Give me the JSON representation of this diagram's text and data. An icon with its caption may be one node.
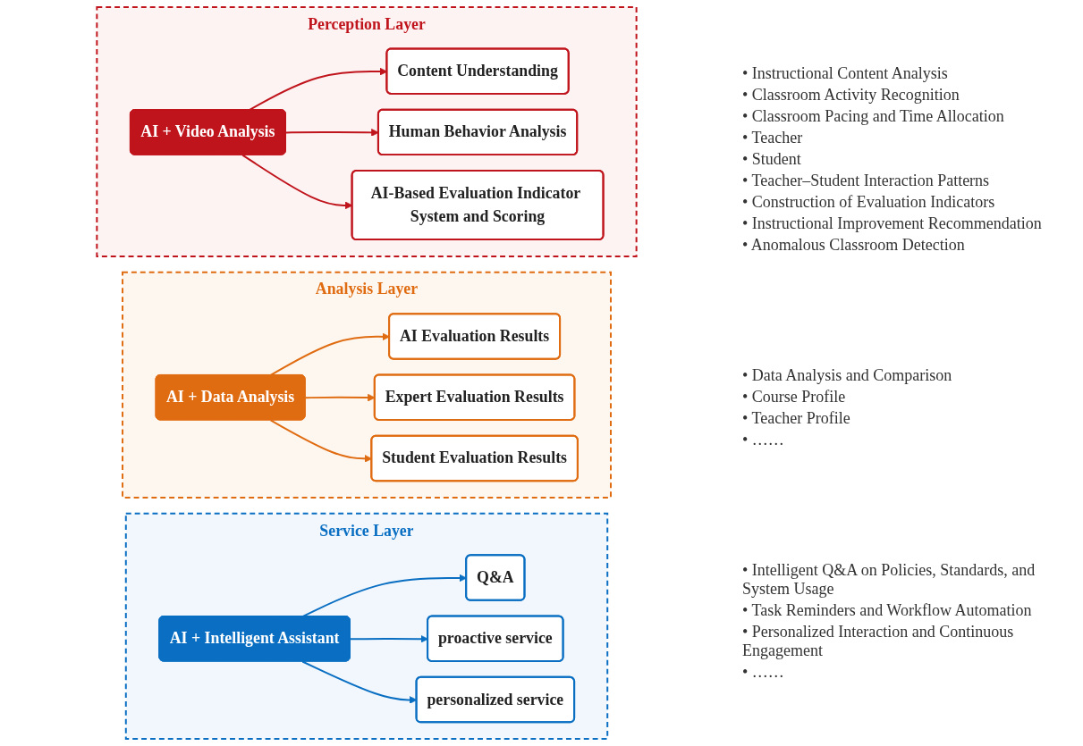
{
  "diagram": {
    "nodes": [
      {
        "text": [
          "Perception Layer"
        ]
      },
      {
        "text": [
          "AI + Video Analysis"
        ],
        "in": 0
      },
      {
        "text": [
          "Content Understanding"
        ],
        "in": 0
      },
      {
        "text": [
          "Human Behavior Analysis"
        ],
        "in": 0
      },
      {
        "text": [
          "AI-Based Evaluation Indicator System and Scoring"
        ],
        "in": 0
      },
      {
        "text": [
          "Analysis Layer"
        ]
      },
      {
        "text": [
          "AI + Data Analysis"
        ],
        "in": 5
      },
      {
        "text": [
          "AI Evaluation Results"
        ],
        "in": 5
      },
      {
        "text": [
          "Expert Evaluation Results"
        ],
        "in": 5
      },
      {
        "text": [
          "Student Evaluation Results"
        ],
        "in": 5
      },
      {
        "text": [
          "Service Layer"
        ]
      },
      {
        "text": [
          "AI + Intelligent Assistant"
        ],
        "in": 10
      },
      {
        "text": [
          "Q&A"
        ],
        "in": 10
      },
      {
        "text": [
          "proactive service"
        ],
        "in": 10
      },
      {
        "text": [
          "personalized service"
        ],
        "in": 10
      }
    ],
    "edges": [
      {
        "from": 1,
        "to": 2,
        "arrow": "to",
        "color": "#c0141c"
      },
      {
        "from": 1,
        "to": 3,
        "arrow": "to",
        "color": "#c0141c"
      },
      {
        "from": 1,
        "to": 4,
        "arrow": "to",
        "color": "#c0141c"
      },
      {
        "from": 6,
        "to": 7,
        "arrow": "to",
        "color": "#e06c12"
      },
      {
        "from": 6,
        "to": 8,
        "arrow": "to",
        "color": "#e06c12"
      },
      {
        "from": 6,
        "to": 9,
        "arrow": "to",
        "color": "#e06c12"
      },
      {
        "from": 11,
        "to": 12,
        "arrow": "to",
        "color": "#0a6fc2"
      },
      {
        "from": 11,
        "to": 13,
        "arrow": "to",
        "color": "#0a6fc2"
      },
      {
        "from": 11,
        "to": 14,
        "arrow": "to",
        "color": "#0a6fc2"
      }
    ],
    "labels": [
      "• Instructional Content Analysis",
      "• Classroom Activity Recognition",
      "• Classroom Pacing and Time Allocation",
      "• Teacher",
      "• Student",
      "• Teacher–Student Interaction Patterns",
      "• Construction of Evaluation Indicators",
      "• Instructional Improvement Recommendation",
      "• Anomalous Classroom Detection",
      "• Data Analysis and Comparison",
      "• Course Profile",
      "• Teacher Profile",
      "• ……",
      "• Intelligent Q&A on Policies, Standards, and System Usage",
      "• Task Reminders and Workflow Automation",
      "• Personalized Interaction and Continuous Engagement",
      "• ……"
    ]
  }
}
